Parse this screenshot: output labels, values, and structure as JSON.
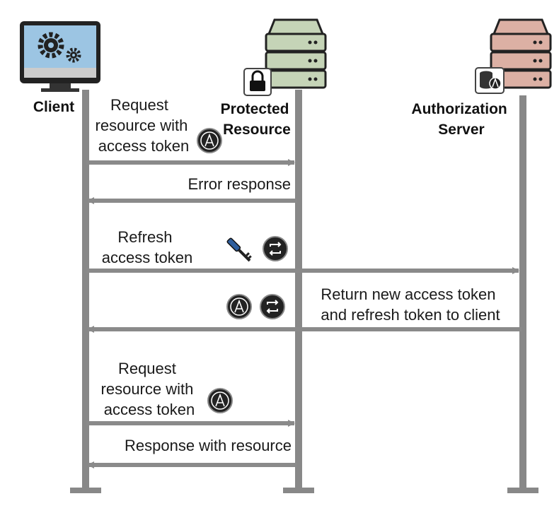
{
  "actors": {
    "client": [
      "Client"
    ],
    "resource": [
      "Protected",
      "Resource"
    ],
    "auth": [
      "Authorization",
      "Server"
    ]
  },
  "messages": [
    [
      "Request",
      "resource with",
      "access token"
    ],
    [
      "Error response"
    ],
    [
      "Refresh",
      "access token"
    ],
    [
      "Return new access token",
      "and refresh token to client"
    ],
    [
      "Request",
      "resource with",
      "access token"
    ],
    [
      "Response with resource"
    ]
  ],
  "icons": {
    "client": "monitor-gears-icon",
    "resource": "green-server-icon",
    "resource_badge": "lock-icon",
    "auth": "red-server-icon",
    "auth_badge": "database-token-icon",
    "access_token": "access-token-icon",
    "refresh_token": "refresh-token-icon",
    "refresh_key": "key-icon"
  },
  "colors": {
    "lifeline": "#888888",
    "arrow": "#8a8a8a",
    "resource_server": "#c5d4b7",
    "auth_server": "#dcb0a4",
    "monitor_screen": "#9cc5e3",
    "text": "#1a1a1a"
  }
}
